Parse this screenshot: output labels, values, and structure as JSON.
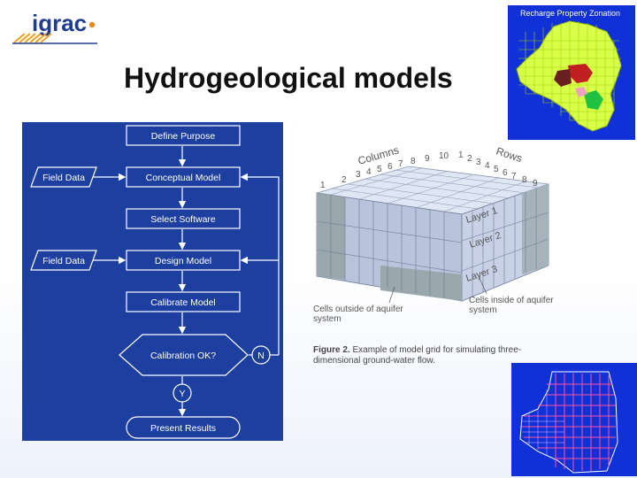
{
  "logo": {
    "text": "igrac"
  },
  "title": "Hydrogeological models",
  "recharge_map": {
    "label": "Recharge Property Zonation"
  },
  "flowchart": {
    "steps": [
      "Define Purpose",
      "Conceptual Model",
      "Select Software",
      "Design Model",
      "Calibrate Model",
      "Calibration OK?",
      "Present Results"
    ],
    "inputs": [
      "Field Data",
      "Field Data"
    ],
    "no_label": "N",
    "yes_label": "Y",
    "colors": {
      "background": "#1d3fa0",
      "stroke": "#ffffff"
    }
  },
  "grid_figure": {
    "columns_label": "Columns",
    "rows_label": "Rows",
    "column_numbers": [
      "1",
      "2",
      "3",
      "4",
      "5",
      "6",
      "7",
      "8",
      "9",
      "10"
    ],
    "row_numbers": [
      "1",
      "2",
      "3",
      "4",
      "5",
      "6",
      "7",
      "8",
      "9"
    ],
    "layers": [
      "Layer 1",
      "Layer 2",
      "Layer 3"
    ],
    "outside_label": "Cells outside of aquifer system",
    "inside_label": "Cells inside of aquifer system",
    "caption_bold": "Figure 2.",
    "caption": "Example of model grid for simulating three-dimensional ground-water flow."
  }
}
